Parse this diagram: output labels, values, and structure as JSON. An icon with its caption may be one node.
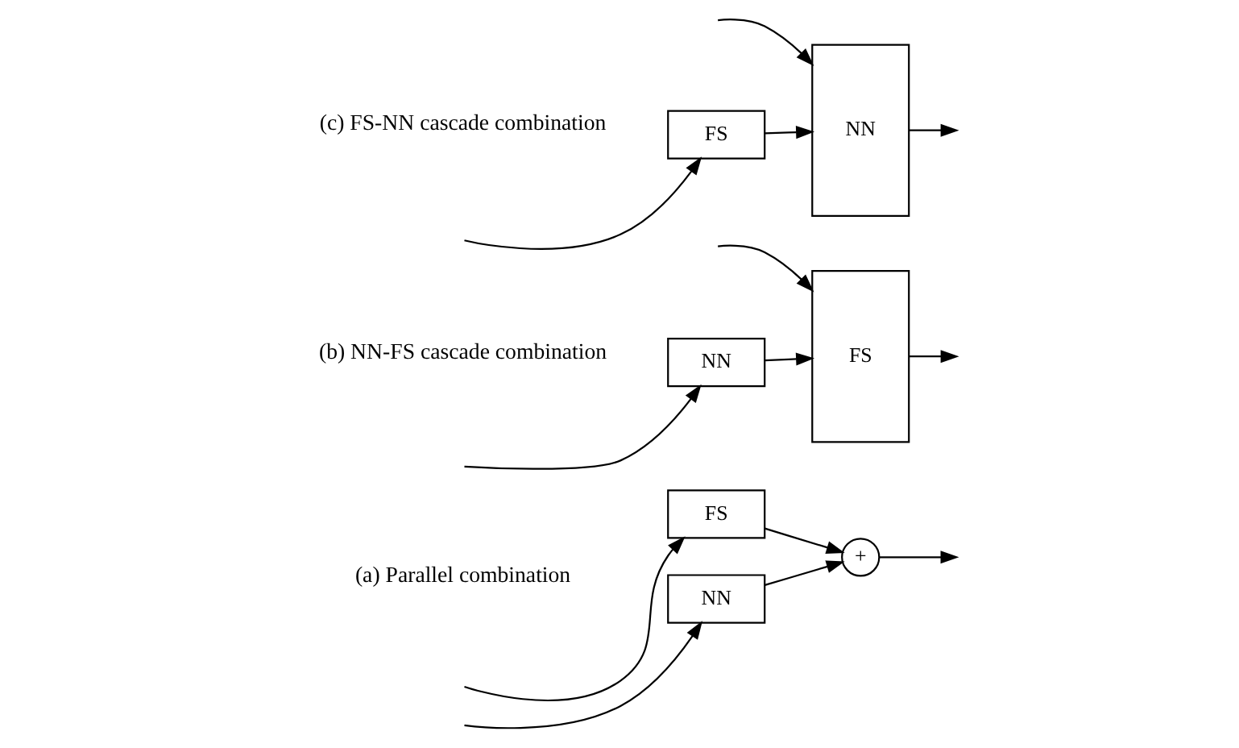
{
  "diagram": {
    "nodes": [
      {
        "text": [
          "FS"
        ]
      },
      {
        "text": [
          "NN"
        ]
      },
      {
        "text": [
          "+"
        ]
      },
      {
        "text": [
          "NN"
        ]
      },
      {
        "text": [
          "FS"
        ]
      },
      {
        "text": [
          "FS"
        ]
      },
      {
        "text": [
          "NN"
        ]
      }
    ],
    "edges": [
      {
        "from": null,
        "to": 0,
        "arrow": "to"
      },
      {
        "from": 0,
        "to": 2,
        "arrow": "to"
      },
      {
        "from": 2,
        "to": null,
        "arrow": "to"
      },
      {
        "from": null,
        "to": 1,
        "arrow": "to"
      },
      {
        "from": 1,
        "to": 2,
        "arrow": "to"
      },
      {
        "from": null,
        "to": 3,
        "arrow": "to"
      },
      {
        "from": 3,
        "to": 4,
        "arrow": "to"
      },
      {
        "from": null,
        "to": 4,
        "arrow": "to"
      },
      {
        "from": 4,
        "to": null,
        "arrow": "to"
      },
      {
        "from": null,
        "to": 5,
        "arrow": "to"
      },
      {
        "from": 5,
        "to": 6,
        "arrow": "to"
      },
      {
        "from": null,
        "to": 6,
        "arrow": "to"
      },
      {
        "from": 6,
        "to": null,
        "arrow": "to"
      }
    ],
    "labels": [
      "(a) Parallel combination",
      "(b) NN-FS cascade combination",
      "(c) FS-NN cascade combination"
    ]
  }
}
